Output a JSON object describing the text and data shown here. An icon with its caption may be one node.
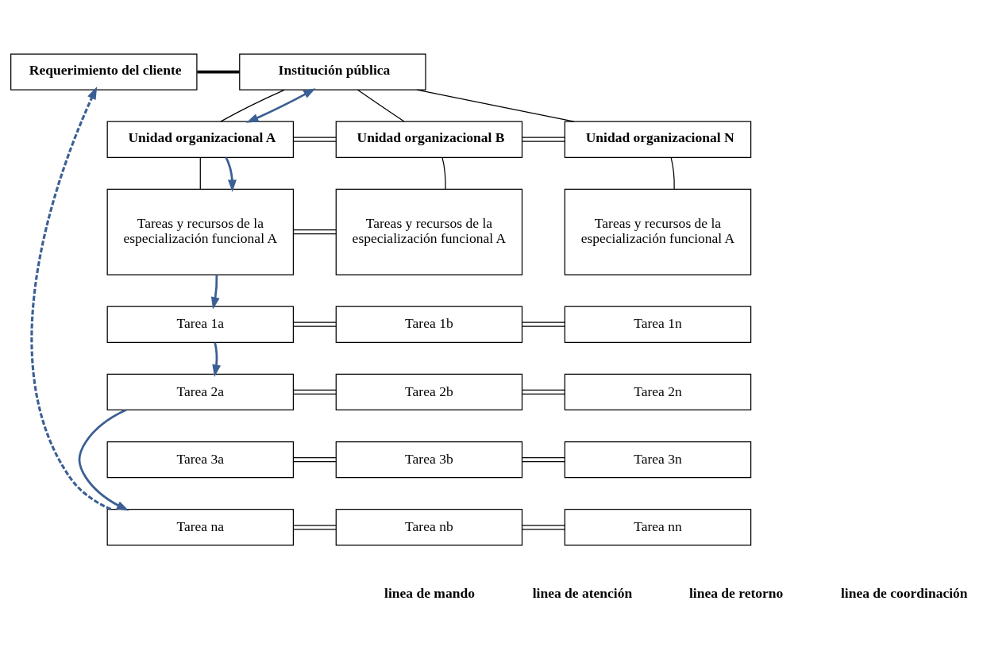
{
  "diagram": {
    "nodes": [
      {
        "text": [
          "Requerimiento del cliente"
        ]
      },
      {
        "text": [
          "Institución pública"
        ]
      },
      {
        "text": [
          "Unidad organizacional A"
        ]
      },
      {
        "text": [
          "Unidad organizacional B"
        ]
      },
      {
        "text": [
          "Unidad organizacional N"
        ]
      },
      {
        "text": [
          "Tareas y recursos de la especialización funcional A"
        ]
      },
      {
        "text": [
          "Tareas y recursos de la especialización funcional A"
        ]
      },
      {
        "text": [
          "Tareas y recursos de la especialización funcional A"
        ]
      },
      {
        "text": [
          "Tarea 1a"
        ]
      },
      {
        "text": [
          "Tarea 1b"
        ]
      },
      {
        "text": [
          "Tarea 1n"
        ]
      },
      {
        "text": [
          "Tarea 2a"
        ]
      },
      {
        "text": [
          "Tarea 2b"
        ]
      },
      {
        "text": [
          "Tarea 2n"
        ]
      },
      {
        "text": [
          "Tarea 3a"
        ]
      },
      {
        "text": [
          "Tarea 3b"
        ]
      },
      {
        "text": [
          "Tarea 3n"
        ]
      },
      {
        "text": [
          "Tarea na"
        ]
      },
      {
        "text": [
          "Tarea nb"
        ]
      },
      {
        "text": [
          "Tarea nn"
        ]
      }
    ],
    "edges": [
      {
        "from": 0,
        "to": 1,
        "arrow": "none",
        "style": "thick"
      },
      {
        "from": 1,
        "to": 2,
        "arrow": "none"
      },
      {
        "from": 1,
        "to": 3,
        "arrow": "none"
      },
      {
        "from": 1,
        "to": 4,
        "arrow": "none"
      },
      {
        "from": 1,
        "to": 2,
        "arrow": "both",
        "color": "#3c5f94"
      },
      {
        "from": 2,
        "to": 3,
        "arrow": "none"
      },
      {
        "from": 3,
        "to": 4,
        "arrow": "none"
      },
      {
        "from": 2,
        "to": 5,
        "arrow": "none"
      },
      {
        "from": 3,
        "to": 6,
        "arrow": "none"
      },
      {
        "from": 4,
        "to": 7,
        "arrow": "none"
      },
      {
        "from": 5,
        "to": 6,
        "arrow": "none"
      },
      {
        "from": 2,
        "to": 5,
        "arrow": "to",
        "color": "#3c5f94"
      },
      {
        "from": 5,
        "to": 8,
        "arrow": "to",
        "color": "#3c5f94"
      },
      {
        "from": 8,
        "to": 11,
        "arrow": "to",
        "color": "#3c5f94"
      },
      {
        "from": 11,
        "to": 17,
        "arrow": "to",
        "color": "#3c5f94"
      },
      {
        "from": 8,
        "to": 9,
        "arrow": "none"
      },
      {
        "from": 9,
        "to": 10,
        "arrow": "none"
      },
      {
        "from": 11,
        "to": 12,
        "arrow": "none"
      },
      {
        "from": 12,
        "to": 13,
        "arrow": "none"
      },
      {
        "from": 14,
        "to": 15,
        "arrow": "none"
      },
      {
        "from": 15,
        "to": 16,
        "arrow": "none"
      },
      {
        "from": 17,
        "to": 18,
        "arrow": "none"
      },
      {
        "from": 18,
        "to": 19,
        "arrow": "none"
      },
      {
        "from": 17,
        "to": 0,
        "arrow": "to",
        "style": "dashed",
        "color": "#3c5f94"
      }
    ],
    "legend": [
      {
        "text": "linea de mando"
      },
      {
        "text": "linea de atención"
      },
      {
        "text": "linea de retorno"
      },
      {
        "text": "linea de coordinación"
      }
    ]
  }
}
